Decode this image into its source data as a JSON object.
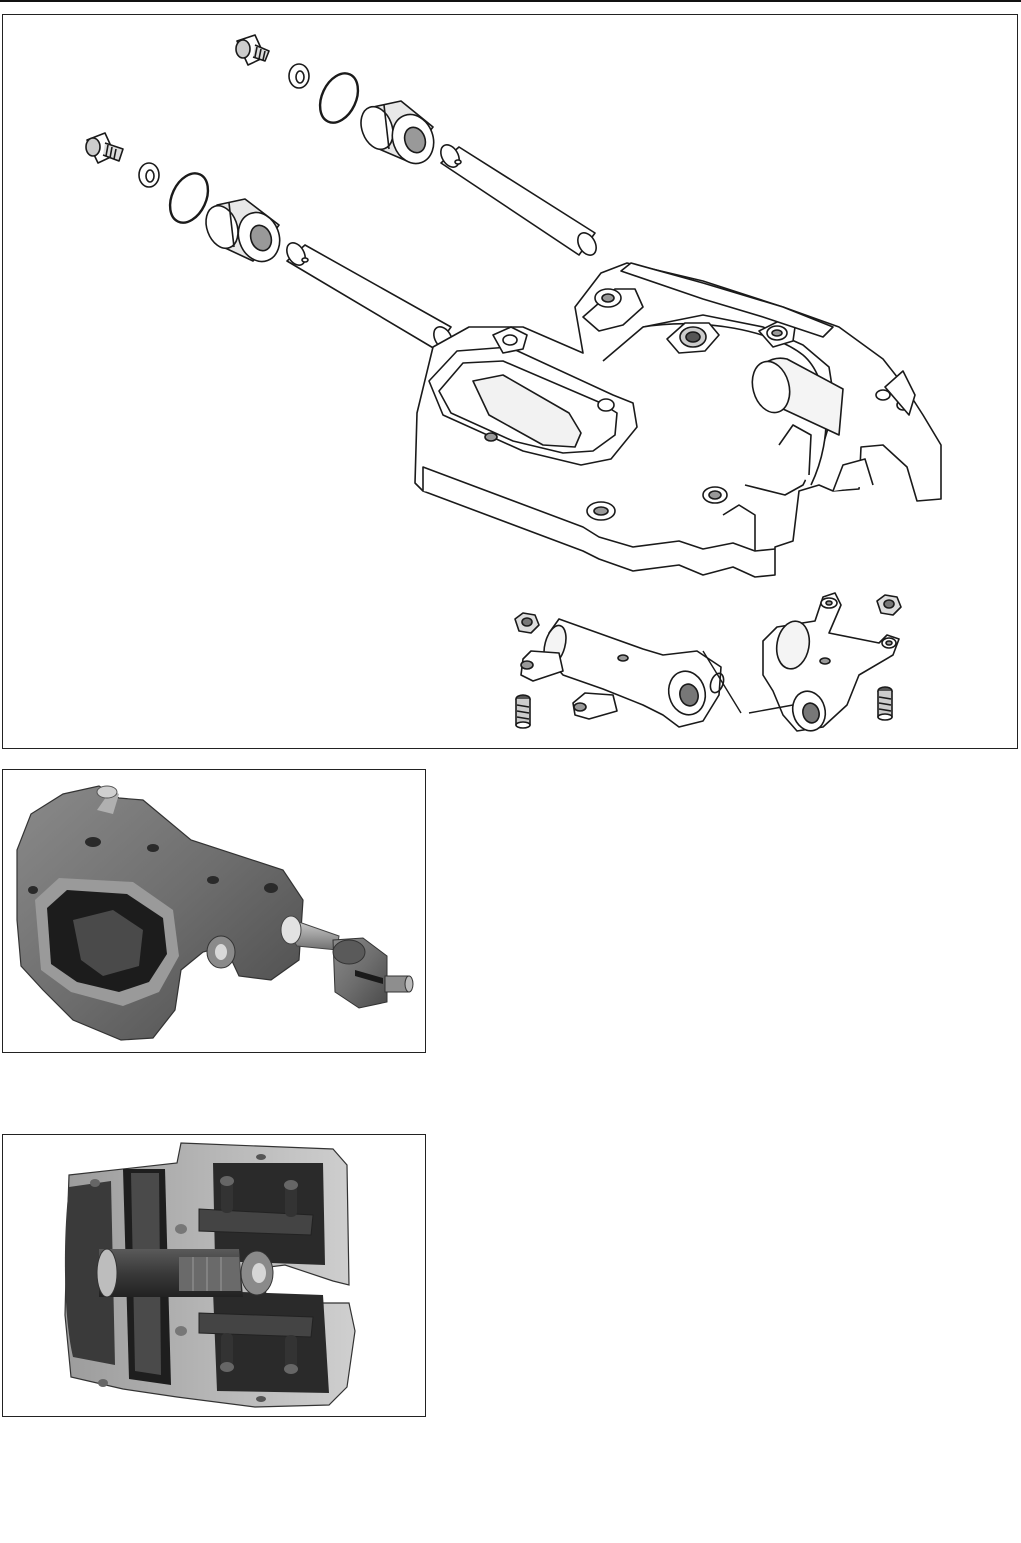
{
  "page": {
    "figures": [
      {
        "id": "exploded-view",
        "kind": "line-drawing"
      },
      {
        "id": "photo-housing-removal",
        "kind": "photograph"
      },
      {
        "id": "photo-housing-interior",
        "kind": "photograph"
      }
    ]
  },
  "colors": {
    "ink": "#1a1a1a",
    "metal_light": "#b9b9b9",
    "metal_mid": "#7d7d7d",
    "metal_dark": "#3a3a3a"
  }
}
